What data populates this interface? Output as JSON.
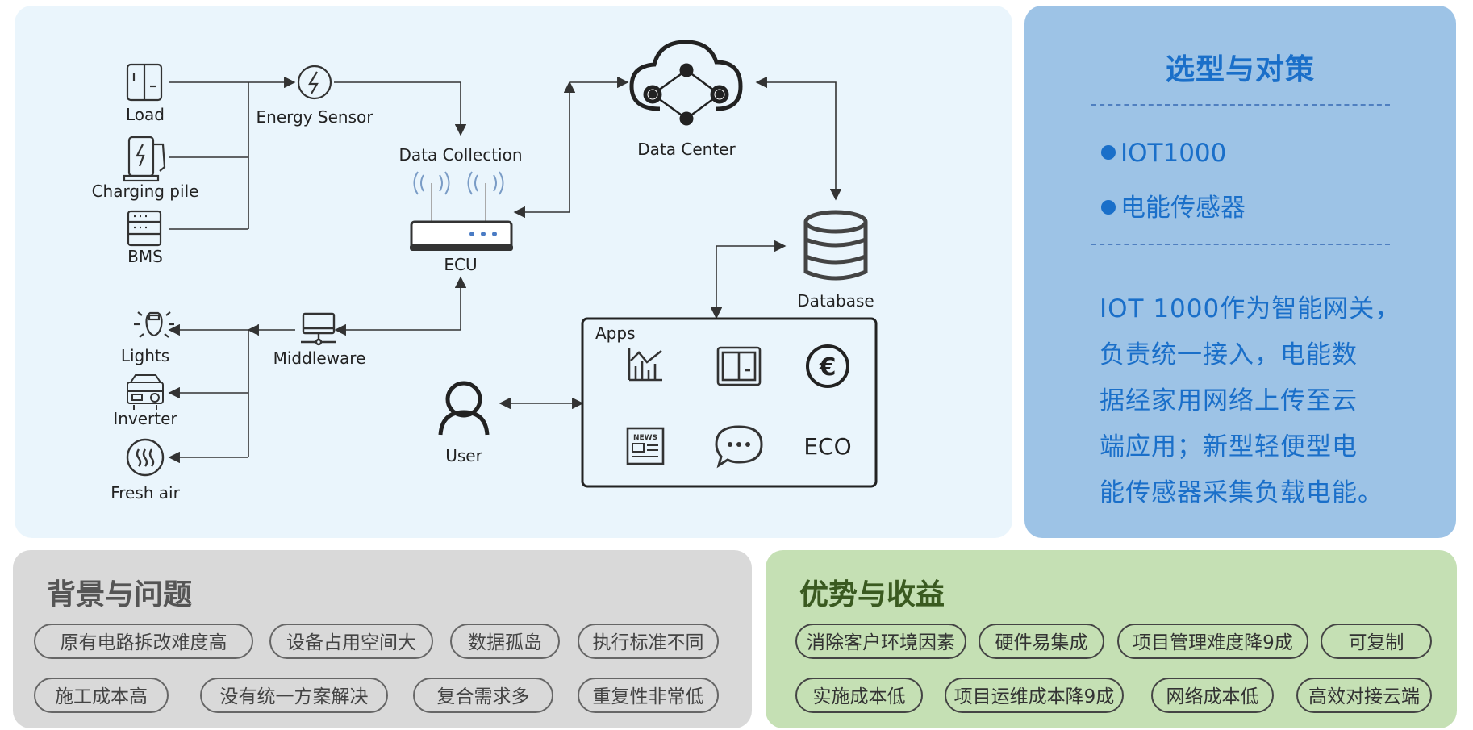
{
  "diagram": {
    "nodes": {
      "load": "Load",
      "energy_sensor": "Energy Sensor",
      "charging_pile": "Charging pile",
      "bms": "BMS",
      "data_collection": "Data Collection",
      "ecu": "ECU",
      "data_center": "Data Center",
      "database": "Database",
      "lights": "Lights",
      "middleware": "Middleware",
      "inverter": "Inverter",
      "fresh_air": "Fresh air",
      "user": "User",
      "apps": "Apps",
      "eco": "ECO",
      "news": "NEWS"
    }
  },
  "strategy": {
    "title": "选型与对策",
    "bullets": [
      "IOT1000",
      "电能传感器"
    ],
    "description_lines": [
      "IOT  1000作为智能网关，",
      "负责统一接入，电能数",
      "据经家用网络上传至云",
      "端应用；新型轻便型电",
      "能传感器采集负载电能。"
    ]
  },
  "problems": {
    "title": "背景与问题",
    "tags": [
      "原有电路拆改难度高",
      "设备占用空间大",
      "数据孤岛",
      "执行标准不同",
      "施工成本高",
      "没有统一方案解决",
      "复合需求多",
      "重复性非常低"
    ]
  },
  "benefits": {
    "title": "优势与收益",
    "tags": [
      "消除客户环境因素",
      "硬件易集成",
      "项目管理难度降9成",
      "可复制",
      "实施成本低",
      "项目运维成本降9成",
      "网络成本低",
      "高效对接云端"
    ]
  },
  "colors": {
    "diagram_bg": "#eaf5fc",
    "strategy_bg": "#9dc3e6",
    "strategy_text": "#1a6fc9",
    "problem_bg": "#d9d9d9",
    "benefit_bg": "#c5e0b4"
  }
}
